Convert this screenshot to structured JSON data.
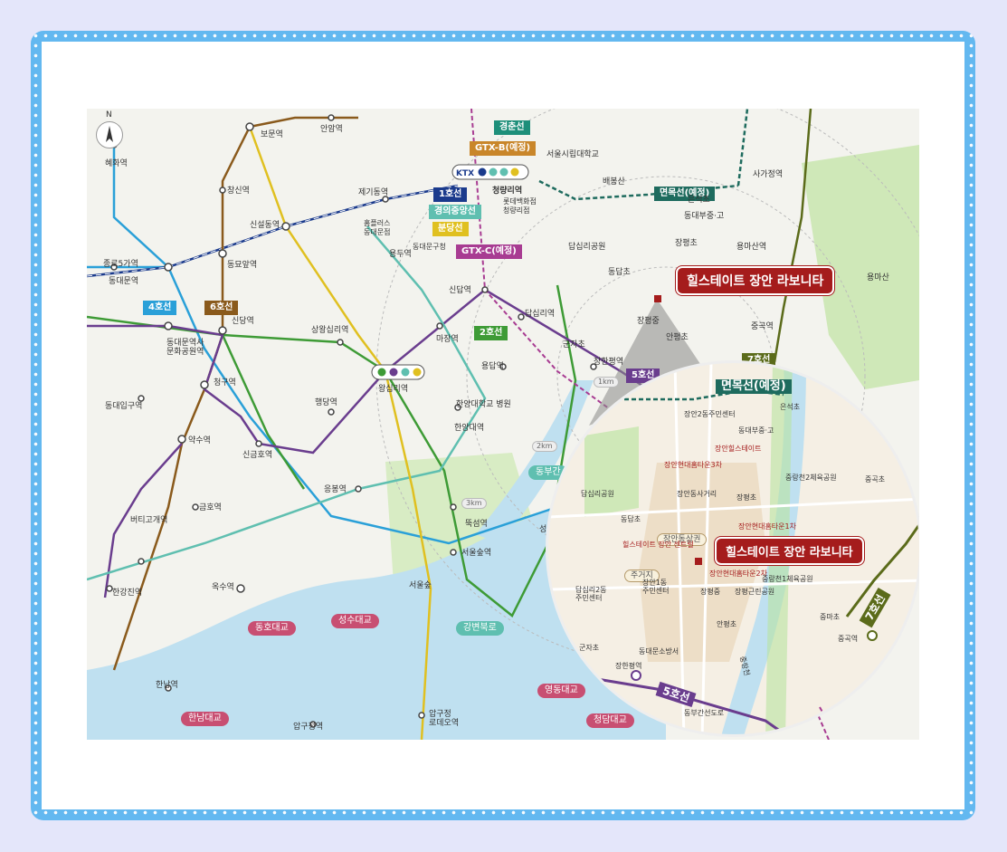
{
  "colors": {
    "line1": "#1a3a8c",
    "line2": "#3e9b36",
    "line4": "#2aa0d8",
    "line5": "#6a3d8e",
    "line6": "#8a5a1c",
    "line7": "#5b6b1a",
    "gyeongui": "#5fbfb0",
    "bundang": "#e0c020",
    "gtxb": "#c9862a",
    "gtxc": "#a83c92",
    "myeonmok": "#1e6b5e",
    "gyeongchun": "#1e8f7a",
    "river": "#bfe0f0",
    "park": "#cfe8b8",
    "callout": "#a51c1c",
    "road": "#c84f72"
  },
  "map": {
    "compass_label": "N",
    "stations": [
      {
        "id": "hyehwa",
        "label": "혜화역"
      },
      {
        "id": "bomun",
        "label": "보문역"
      },
      {
        "id": "anam",
        "label": "안암역"
      },
      {
        "id": "jegi",
        "label": "제기동역"
      },
      {
        "id": "sinseol",
        "label": "신설동역"
      },
      {
        "id": "changsin",
        "label": "창신역"
      },
      {
        "id": "dongmyo",
        "label": "동묘앞역"
      },
      {
        "id": "jongno5",
        "label": "종로5가역"
      },
      {
        "id": "dongdaemun",
        "label": "동대문역"
      },
      {
        "id": "ddp",
        "label": "동대문역사\n문화공원역"
      },
      {
        "id": "sindang",
        "label": "신당역"
      },
      {
        "id": "sangwang",
        "label": "상왕십리역"
      },
      {
        "id": "cheonggu",
        "label": "청구역"
      },
      {
        "id": "dongdaeipgu",
        "label": "동대입구역"
      },
      {
        "id": "yaksu",
        "label": "약수역"
      },
      {
        "id": "haengdang",
        "label": "행당역"
      },
      {
        "id": "singeum",
        "label": "신금호역"
      },
      {
        "id": "geumho",
        "label": "금호역"
      },
      {
        "id": "beoti",
        "label": "버티고개역"
      },
      {
        "id": "oksu",
        "label": "옥수역"
      },
      {
        "id": "hangangjin",
        "label": "한강진역"
      },
      {
        "id": "hannam",
        "label": "한남역"
      },
      {
        "id": "apgujeong",
        "label": "압구정역"
      },
      {
        "id": "apgu_rodeo",
        "label": "압구정\n로데오역"
      },
      {
        "id": "eungbong",
        "label": "응봉역"
      },
      {
        "id": "wangsimni",
        "label": "왕십리역"
      },
      {
        "id": "majang",
        "label": "마장역"
      },
      {
        "id": "hanyang_hosp",
        "label": "한양대학교 병원"
      },
      {
        "id": "hanyang",
        "label": "한양대역"
      },
      {
        "id": "ttukseom",
        "label": "뚝섬역"
      },
      {
        "id": "seoulsup",
        "label": "서울숲역"
      },
      {
        "id": "seoulsup_park",
        "label": "서울숲"
      },
      {
        "id": "yongdu",
        "label": "용두역"
      },
      {
        "id": "sindap",
        "label": "신답역"
      },
      {
        "id": "dapsimni",
        "label": "답십리역"
      },
      {
        "id": "yongdap",
        "label": "용답역"
      },
      {
        "id": "jangpyeong",
        "label": "장한평역"
      },
      {
        "id": "cheongnyangni",
        "label": "청량리역"
      },
      {
        "id": "lotte",
        "label": "롯데백화점\n청량리점"
      },
      {
        "id": "homeplus",
        "label": "홈플러스\n동대문점"
      },
      {
        "id": "dongdaemungu",
        "label": "동대문구청"
      },
      {
        "id": "uos",
        "label": "서울시립대학교"
      },
      {
        "id": "baebong",
        "label": "배봉산"
      },
      {
        "id": "eunseok",
        "label": "은석초"
      },
      {
        "id": "dongdaebu",
        "label": "동대부중·고"
      },
      {
        "id": "sagajeong",
        "label": "사가정역"
      },
      {
        "id": "yongmasan",
        "label": "용마산역"
      },
      {
        "id": "yongmasan_mt",
        "label": "용마산"
      },
      {
        "id": "dapsimni_park",
        "label": "답십리공원"
      },
      {
        "id": "jangpyeong_es",
        "label": "장평초"
      },
      {
        "id": "dongdap",
        "label": "동답초"
      },
      {
        "id": "jangpyeong_ms",
        "label": "장평중"
      },
      {
        "id": "anpyeong",
        "label": "안평초"
      },
      {
        "id": "gunja",
        "label": "군자초"
      },
      {
        "id": "junggok",
        "label": "중곡역"
      },
      {
        "id": "seong",
        "label": "성"
      }
    ],
    "line_badges": {
      "line1": "1호선",
      "line2": "2호선",
      "line4": "4호선",
      "line6": "6호선",
      "line7": "7호선",
      "line5": "5호선",
      "gyeongui": "경의중앙선",
      "bundang": "분당선",
      "gtxb": "GTX-B(예정)",
      "gtxc": "GTX-C(예정)",
      "myeonmok": "면목선(예정)",
      "gyeongchun": "경춘선",
      "ktx": "KTX"
    },
    "roads": [
      "동호대교",
      "성수대교",
      "강변북로",
      "영동대교",
      "청담대교",
      "한남대교",
      "동부간"
    ],
    "distances": [
      "1km",
      "2km",
      "3km"
    ],
    "callout": "힐스테이트 장안 라보니타"
  },
  "inset": {
    "callout": "힐스테이트 장안 라보니타",
    "line5_badge": "5호선",
    "line7_badge": "7호선",
    "myeonmok_badge": "면목선(예정)",
    "zones": [
      "장안동상권",
      "주거지"
    ],
    "labels": [
      {
        "id": "c_eunseok",
        "label": "은석초",
        "red": false
      },
      {
        "id": "c_jangan2",
        "label": "장안2동주민센터",
        "red": false
      },
      {
        "id": "c_dongdaebu",
        "label": "동대부중·고",
        "red": false
      },
      {
        "id": "c_hills",
        "label": "장안힐스테이트",
        "red": true
      },
      {
        "id": "c_hyundai3",
        "label": "장안현대홈타운3차",
        "red": true
      },
      {
        "id": "c_jungnang",
        "label": "중랑천2체육공원",
        "red": false
      },
      {
        "id": "c_junggok_es",
        "label": "중곡초",
        "red": false
      },
      {
        "id": "c_dapsimni_park",
        "label": "답십리공원",
        "red": false
      },
      {
        "id": "c_crossroad",
        "label": "장안동사거리",
        "red": false
      },
      {
        "id": "c_jangpyeong",
        "label": "장평초",
        "red": false
      },
      {
        "id": "c_dongdap",
        "label": "동답초",
        "red": false
      },
      {
        "id": "c_hyundai1",
        "label": "장안현대홈타운1차",
        "red": true
      },
      {
        "id": "c_center",
        "label": "힐스테이트 장안 센트럴",
        "red": true
      },
      {
        "id": "c_hyundai2",
        "label": "장안현대홈타운2차",
        "red": true
      },
      {
        "id": "c_jungnang1",
        "label": "중랑천1체육공원",
        "red": false
      },
      {
        "id": "c_dapsimni2",
        "label": "답십리2동\n주민센터",
        "red": false
      },
      {
        "id": "c_jangan1",
        "label": "장안1동\n주민센터",
        "red": false
      },
      {
        "id": "c_jangpyeong_ms",
        "label": "장평중",
        "red": false
      },
      {
        "id": "c_jangpyeong_park",
        "label": "장평근린공원",
        "red": false
      },
      {
        "id": "c_jungma",
        "label": "중마초",
        "red": false
      },
      {
        "id": "c_anpyeong",
        "label": "안평초",
        "red": false
      },
      {
        "id": "c_gunja",
        "label": "군자초",
        "red": false
      },
      {
        "id": "c_dongdaeso",
        "label": "동대문소방서",
        "red": false
      },
      {
        "id": "c_junggok",
        "label": "중곡역",
        "red": false
      },
      {
        "id": "c_jangpyeong_st",
        "label": "장한평역",
        "red": false
      },
      {
        "id": "c_dongbu",
        "label": "동부간선도로",
        "red": false
      },
      {
        "id": "c_river",
        "label": "중랑천",
        "red": false
      }
    ]
  }
}
